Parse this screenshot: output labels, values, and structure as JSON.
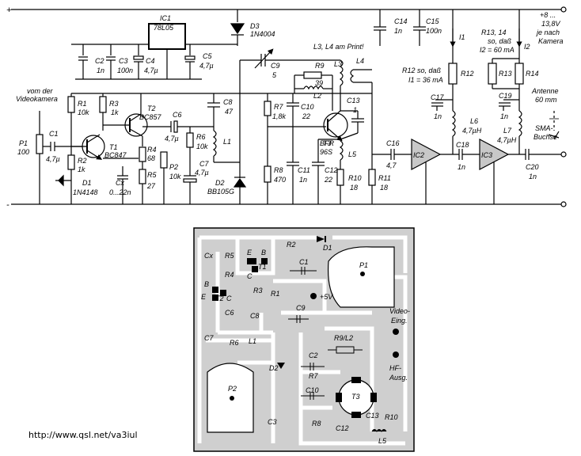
{
  "rails": {
    "plus": "+",
    "minus": "-"
  },
  "ic1": {
    "ref": "IC1",
    "part": "78L05"
  },
  "d3": {
    "ref": "D3",
    "part": "1N4004"
  },
  "c14": {
    "ref": "C14",
    "value": "1n"
  },
  "c15": {
    "ref": "C15",
    "value": "100n"
  },
  "supply_note": [
    "+8 ... ",
    "13,8V",
    "je nach",
    "Kamera"
  ],
  "c2": {
    "ref": "C2",
    "value": "1n"
  },
  "c3": {
    "ref": "C3",
    "value": "100n"
  },
  "c4": {
    "ref": "C4",
    "value": "4,7µ"
  },
  "c5": {
    "ref": "C5",
    "value": "4,7µ"
  },
  "c9": {
    "ref": "C9",
    "value": "5"
  },
  "print_note": "L3, L4 am Print!",
  "i1": "I1",
  "i2": "I2",
  "r12_note": [
    "R12 so, daß",
    "I1 = 36 mA"
  ],
  "r13_note": [
    "R13, 14",
    "so, daß",
    "I2 = 60 mA"
  ],
  "video_note": [
    "vom der",
    "Videokamera"
  ],
  "antenna_note": [
    "Antenne",
    "60 mm"
  ],
  "sma_note": [
    "SMA-",
    "Buchse"
  ],
  "r1": {
    "ref": "R1",
    "value": "10k"
  },
  "r2": {
    "ref": "R2",
    "value": "1k"
  },
  "r3": {
    "ref": "R3",
    "value": "1k"
  },
  "t1": {
    "ref": "T1",
    "part": "BC847"
  },
  "t2": {
    "ref": "T2",
    "part": "BC857"
  },
  "r4": {
    "ref": "R4",
    "value": "68"
  },
  "r5": {
    "ref": "R5",
    "value": "27"
  },
  "cx": {
    "ref": "Cx",
    "value": "0...22n"
  },
  "d1": {
    "ref": "D1",
    "part": "1N4148"
  },
  "p1": {
    "ref": "P1",
    "value": "100"
  },
  "c1": {
    "ref": "C1",
    "value": "4,7µ"
  },
  "c6": {
    "ref": "C6",
    "value": "4,7µ"
  },
  "r6": {
    "ref": "R6",
    "value": "10k"
  },
  "p2": {
    "ref": "P2",
    "value": "10k"
  },
  "c7": {
    "ref": "C7",
    "value": "4,7µ"
  },
  "c8": {
    "ref": "C8",
    "value": "47"
  },
  "l1": {
    "ref": "L1"
  },
  "d2": {
    "ref": "D2",
    "part": "BB105G"
  },
  "r7": {
    "ref": "R7",
    "value": "1,8k"
  },
  "r8": {
    "ref": "R8",
    "value": "470"
  },
  "c10": {
    "ref": "C10",
    "value": "22"
  },
  "c11": {
    "ref": "C11",
    "value": "1n"
  },
  "c12": {
    "ref": "C12",
    "value": "22"
  },
  "r9": {
    "ref": "R9",
    "value": "39"
  },
  "l2": {
    "ref": "L2"
  },
  "l3": {
    "ref": "L3"
  },
  "l4": {
    "ref": "L4"
  },
  "l5": {
    "ref": "L5"
  },
  "t3": {
    "ref": "T3",
    "part": "BFR",
    "part2": "96S"
  },
  "c13": {
    "ref": "C13",
    "value": "1"
  },
  "r10": {
    "ref": "R10",
    "value": "18"
  },
  "r11": {
    "ref": "R11",
    "value": "18"
  },
  "c16": {
    "ref": "C16",
    "value": "4,7"
  },
  "ic2": {
    "ref": "IC2"
  },
  "r12": {
    "ref": "R12"
  },
  "c17": {
    "ref": "C17",
    "value": "1n"
  },
  "l6": {
    "ref": "L6",
    "value": "4,7µH"
  },
  "c18": {
    "ref": "C18",
    "value": "1n"
  },
  "ic3": {
    "ref": "IC3"
  },
  "r13": {
    "ref": "R13"
  },
  "r14": {
    "ref": "R14"
  },
  "c19": {
    "ref": "C19",
    "value": "1n"
  },
  "l7": {
    "ref": "L7",
    "value": "4,7µH"
  },
  "c20": {
    "ref": "C20",
    "value": "1n"
  },
  "pcb": {
    "cx": "Cx",
    "r5": "R5",
    "e": "E",
    "b": "B",
    "c": "C",
    "t1": "T1",
    "r2": "R2",
    "d1": "D1",
    "c1": "C1",
    "p1": "P1",
    "r4": "R4",
    "t2": "T2",
    "r3": "R3",
    "r1": "R1",
    "plus5": "+5V",
    "c6": "C6",
    "c8": "C8",
    "c9": "C9",
    "video": [
      "Video-",
      "Eing."
    ],
    "c7": "C7",
    "r6": "R6",
    "l1": "L1",
    "r9l2": "R9/L2",
    "c2": "C2",
    "d2": "D2",
    "hf": [
      "HF-",
      "Ausg."
    ],
    "r7": "R7",
    "p2": "P2",
    "c10": "C10",
    "t3": "T3",
    "c3": "C3",
    "r8": "R8",
    "c12": "C12",
    "c13": "C13",
    "r10": "R10",
    "l5": "L5"
  },
  "footer_url": "http://www.qsl.net/va3iul"
}
